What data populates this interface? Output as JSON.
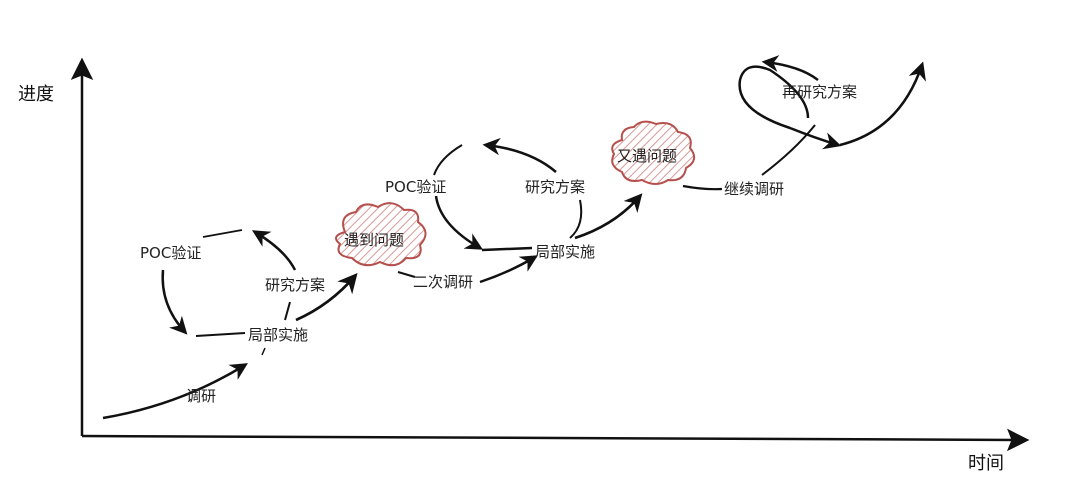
{
  "axes": {
    "y_label": "进度",
    "x_label": "时间"
  },
  "colors": {
    "stroke": "#111111",
    "cloud_stroke": "#b5504d",
    "cloud_hatch": "#d89a98",
    "background": "#ffffff"
  },
  "steps": {
    "research": "调研",
    "impl_1": "局部实施",
    "poc_1": "POC验证",
    "plan_1": "研究方案",
    "problem_1": "遇到问题",
    "research_2": "二次调研",
    "poc_2": "POC验证",
    "plan_2": "研究方案",
    "impl_2": "局部实施",
    "problem_2": "又遇问题",
    "research_3": "继续调研",
    "plan_3": "再研究方案"
  }
}
